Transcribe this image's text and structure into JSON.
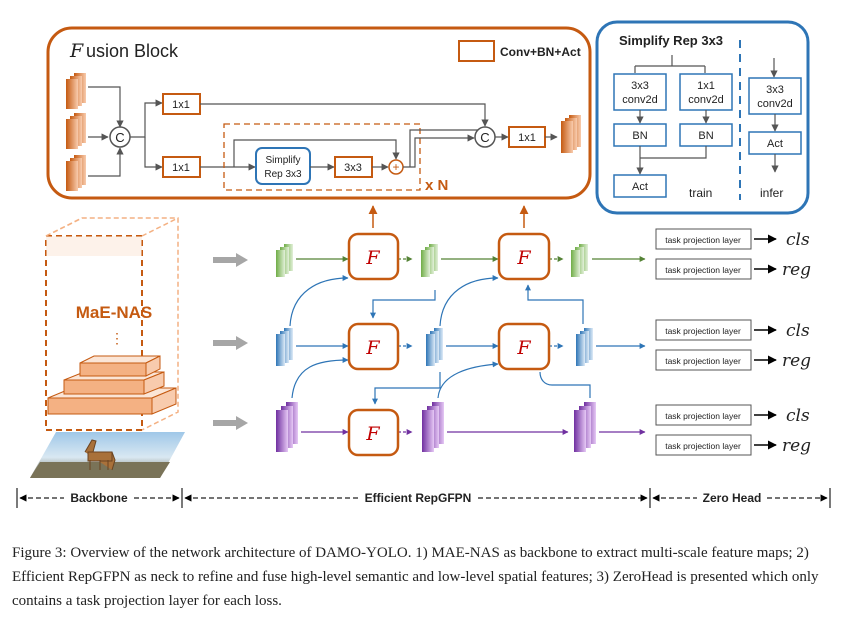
{
  "fusion_block": {
    "title_letter": "F",
    "title_rest": "usion Block",
    "legend_label": "Conv+BN+Act",
    "conv1x1_a": "1x1",
    "conv1x1_b": "1x1",
    "conv1x1_c": "1x1",
    "simplify_line1": "Simplify",
    "simplify_line2": "Rep 3x3",
    "conv3x3": "3x3",
    "concat_a": "C",
    "concat_b": "C",
    "plus": "+",
    "repeat": "x N"
  },
  "simplify_rep": {
    "title": "Simplify Rep 3x3",
    "train_conv_left_1": "3x3",
    "train_conv_left_2": "conv2d",
    "train_conv_right_1": "1x1",
    "train_conv_right_2": "conv2d",
    "bn_left": "BN",
    "bn_right": "BN",
    "act_train": "Act",
    "train_label": "train",
    "infer_conv_1": "3x3",
    "infer_conv_2": "conv2d",
    "act_infer": "Act",
    "infer_label": "infer"
  },
  "backbone": {
    "label": "MaE-NAS",
    "dots": "⋮"
  },
  "neck": {
    "fusion_symbol": "F"
  },
  "head": {
    "projection_label": "task projection layer",
    "cls": "cls",
    "reg": "reg"
  },
  "stages": {
    "backbone": "Backbone",
    "neck": "Efficient RepGFPN",
    "head": "Zero Head"
  },
  "caption": "Figure 3:  Overview of the network architecture of DAMO-YOLO. 1) MAE-NAS as backbone to extract multi-scale feature maps; 2) Efficient RepGFPN as neck to refine and fuse high-level semantic and low-level spatial features; 3) ZeroHead is presented which only contains a task projection layer for each loss.",
  "colors": {
    "orange": "#c55a11",
    "light_orange": "#f4b183",
    "blue_frame": "#2e75b6",
    "green": "#70ad47",
    "blue": "#5b9bd5",
    "purple": "#7030a0",
    "red_f": "#c00000"
  }
}
